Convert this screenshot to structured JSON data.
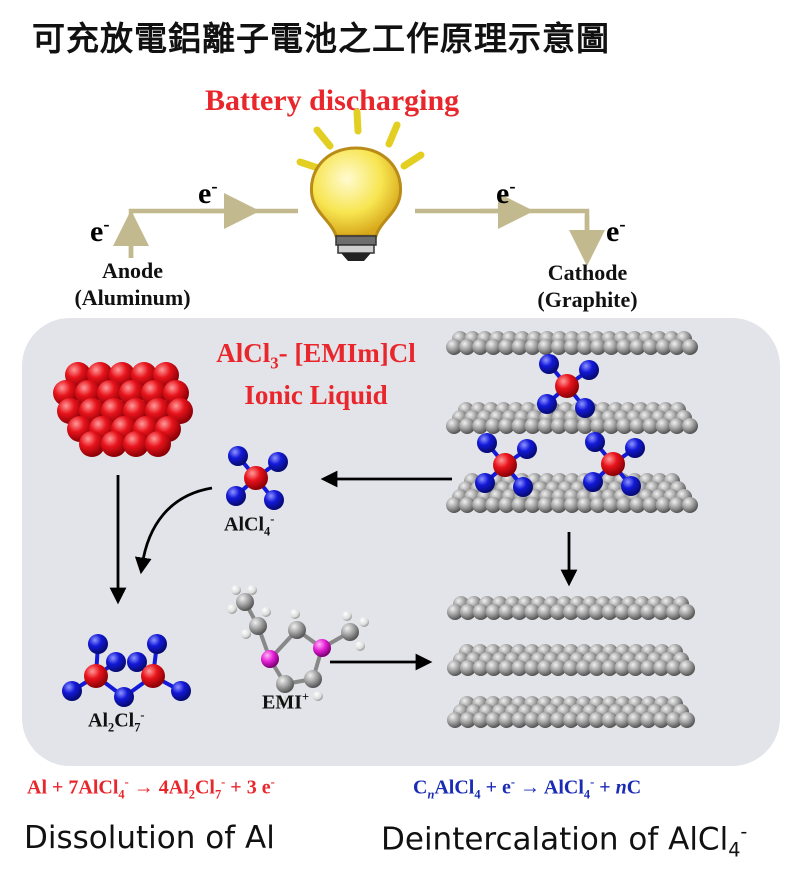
{
  "title": "可充放電鋁離子電池之工作原理示意圖",
  "discharge": "Battery discharging",
  "electron": "e",
  "electron_sup": "-",
  "anode": {
    "name": "Anode",
    "material": "(Aluminum)"
  },
  "cathode": {
    "name": "Cathode",
    "material": "(Graphite)"
  },
  "electrolyte": {
    "line1_a": "AlCl",
    "line1_sub": "3",
    "line1_b": "- [EMIm]Cl",
    "line2": "Ionic Liquid"
  },
  "species": {
    "alcl4_main": "AlCl",
    "alcl4_sub": "4",
    "alcl4_sup": "-",
    "al2cl7_a": "Al",
    "al2cl7_sub1": "2",
    "al2cl7_b": "Cl",
    "al2cl7_sub2": "7",
    "al2cl7_sup": "-",
    "emi_main": "EMI",
    "emi_sup": "+"
  },
  "equations": {
    "anode": {
      "p1": "Al + 7AlCl",
      "s1": "4",
      "sup1": "-",
      "p2": " → 4Al",
      "s2": "2",
      "p3": "Cl",
      "s3": "7",
      "sup2": "-",
      "p4": " + 3 e",
      "sup3": "-"
    },
    "cathode": {
      "p1": "C",
      "n": "n",
      "p2": "AlCl",
      "s1": "4",
      "p3": " + e",
      "sup1": "-",
      "p4": " → AlCl",
      "s2": "4",
      "sup2": "-",
      "p5": " + ",
      "n2": "n",
      "p6": "C"
    }
  },
  "captions": {
    "left": "Dissolution of Al",
    "right_main": "Deintercalation of AlCl",
    "right_sub": "4",
    "right_sup": "-"
  },
  "colors": {
    "wire": "#c2b98f",
    "bulb": "#f5e14a",
    "aluminum": "#e8131b",
    "chlorine": "#1319d8",
    "carbon": "#9a9a9a",
    "nitrogen": "#e51fd7",
    "panel": "#e3e4e9",
    "equation_red": "#e8262b",
    "equation_blue": "#1a2bb5"
  }
}
